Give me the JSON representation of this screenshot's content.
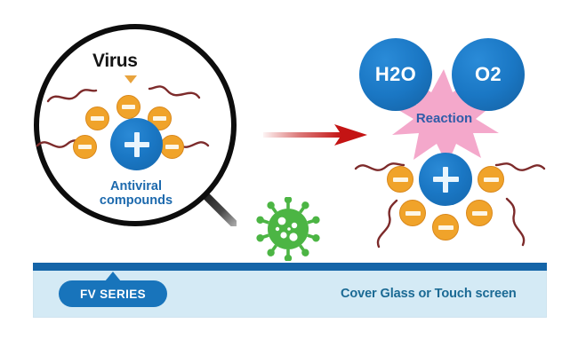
{
  "diagram": {
    "magnifier": {
      "virus_label": "Virus",
      "antiviral_label_line1": "Antiviral",
      "antiviral_label_line2": "compounds",
      "ion_symbol": "−",
      "core_symbol": "+",
      "ion_count": 5
    },
    "reaction": {
      "h2o_label": "H2O",
      "o2_label": "O2",
      "burst_label": "Reaction",
      "ion_symbol": "−",
      "core_symbol": "+",
      "ion_count": 5
    },
    "substrate": {
      "badge_label": "FV SERIES",
      "surface_label": "Cover Glass or Touch screen"
    },
    "icons": {
      "virus_particle": "virus-particle-icon",
      "arrow": "red-arrow-icon",
      "magnifier": "magnifying-glass-icon"
    }
  },
  "colors": {
    "ion_orange": "#f0a32a",
    "ion_orange_border": "#d9881c",
    "core_blue": "#1a77c4",
    "accent_blue": "#1874bb",
    "dark_bar_blue": "#1565a8",
    "panel_light_blue": "#d4eaf5",
    "burst_pink": "#f4a8cb",
    "arrow_red": "#cc1f1f",
    "virus_green": "#4cb544",
    "tail_maroon": "#7d2b2b",
    "text_teal": "#1b6a94",
    "text_blue": "#1c69ad",
    "reaction_text_blue": "#2f5ca8"
  }
}
